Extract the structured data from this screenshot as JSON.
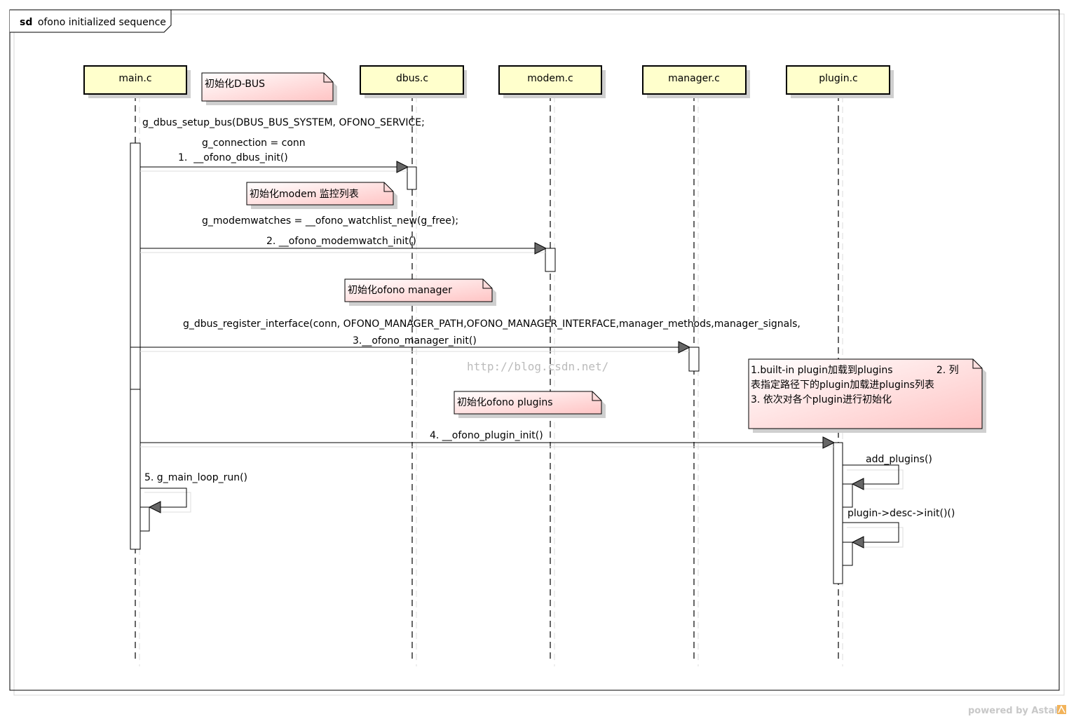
{
  "frame": {
    "kind": "sd",
    "title": "ofono initialized sequence"
  },
  "lifelines": [
    {
      "id": "main",
      "label": "main.c"
    },
    {
      "id": "dbus",
      "label": "dbus.c"
    },
    {
      "id": "modem",
      "label": "modem.c"
    },
    {
      "id": "manager",
      "label": "manager.c"
    },
    {
      "id": "plugin",
      "label": "plugin.c"
    }
  ],
  "notes": [
    {
      "id": "note-dbus",
      "lines": [
        "初始化D-BUS"
      ]
    },
    {
      "id": "note-modem",
      "lines": [
        "初始化modem 监控列表"
      ]
    },
    {
      "id": "note-manager",
      "lines": [
        "初始化ofono manager"
      ]
    },
    {
      "id": "note-plugins",
      "lines": [
        "初始化ofono plugins"
      ]
    },
    {
      "id": "note-plugin-steps",
      "lines": [
        "1.built-in plugin加载到plugins              2. 列",
        "表指定路径下的plugin加载进plugins列表",
        "3. 依次对各个plugin进行初始化"
      ]
    }
  ],
  "annotations": {
    "setup_bus": "g_dbus_setup_bus(DBUS_BUS_SYSTEM, OFONO_SERVICE;",
    "connection": "g_connection = conn",
    "modemwatches": "g_modemwatches = __ofono_watchlist_new(g_free);",
    "register_interface": "g_dbus_register_interface(conn, OFONO_MANAGER_PATH,OFONO_MANAGER_INTERFACE,manager_methods,manager_signals,"
  },
  "messages": [
    {
      "id": "msg-1",
      "from": "main",
      "to": "dbus",
      "label": "1.  __ofono_dbus_init()"
    },
    {
      "id": "msg-2",
      "from": "main",
      "to": "modem",
      "label": "2. __ofono_modemwatch_init()"
    },
    {
      "id": "msg-3",
      "from": "main",
      "to": "manager",
      "label": "3.__ofono_manager_init()"
    },
    {
      "id": "msg-4",
      "from": "main",
      "to": "plugin",
      "label": "4. __ofono_plugin_init()"
    },
    {
      "id": "msg-5",
      "from": "main",
      "to": "main",
      "label": "5. g_main_loop_run()"
    },
    {
      "id": "msg-6",
      "from": "plugin",
      "to": "plugin",
      "label": "add_plugins()"
    },
    {
      "id": "msg-7",
      "from": "plugin",
      "to": "plugin",
      "label": "plugin->desc->init()()"
    }
  ],
  "watermark": "http://blog.csdn.net/",
  "footer": "powered by Astah",
  "colors": {
    "lifeline_fill": "#ffffcc",
    "note_fill_light": "#fff0f0",
    "note_fill_dark": "#ffc8c8",
    "shadow": "#cfcfcf",
    "arrowhead": "#666666"
  }
}
